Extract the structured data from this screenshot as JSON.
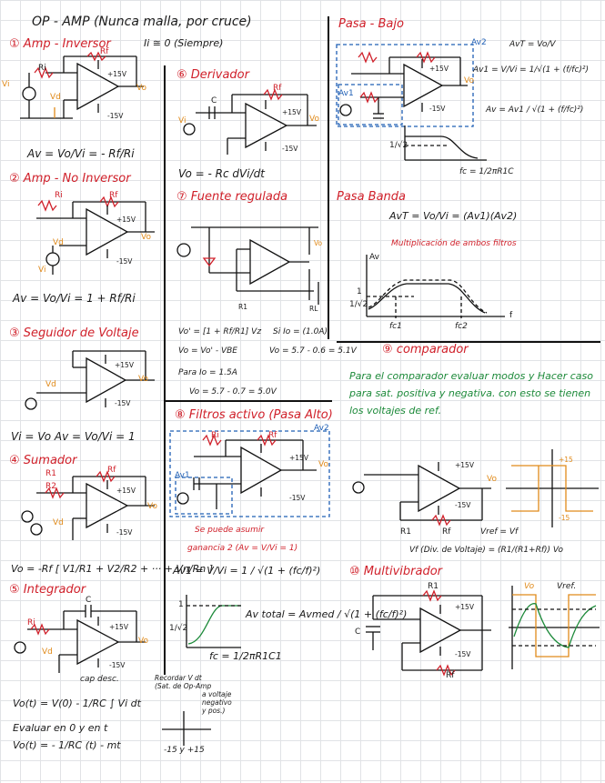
{
  "title": "OP - AMP  (Nunca malla, por cruce)",
  "ii_note": "Ii ≅ 0 (Siempre)",
  "sections": {
    "s1": {
      "num": "①",
      "title": "Amp - Inversor",
      "formula": "Av = Vo/Vi = - Rf/Ri"
    },
    "s2": {
      "num": "②",
      "title": "Amp - No Inversor",
      "formula": "Av = Vo/Vi = 1 + Rf/Ri"
    },
    "s3": {
      "num": "③",
      "title": "Seguidor de Voltaje",
      "formula": "Vi = Vo     Av = Vo/Vi = 1"
    },
    "s4": {
      "num": "④",
      "title": "Sumador",
      "formula": "Vo = -Rf [ V1/R1 + V2/R2 + ··· + Vn/Rn ]"
    },
    "s5": {
      "num": "⑤",
      "title": "Integrador",
      "cap_note": "cap desc.",
      "formula1": "Vo(t) = V(0) - 1/RC ∫ Vi dt",
      "formula2": "Evaluar en 0 y en t",
      "formula3": "Vo(t) = - 1/RC (t) - mt"
    },
    "s6": {
      "num": "⑥",
      "title": "Derivador",
      "formula": "Vo = - Rc dVi/dt"
    },
    "s7": {
      "num": "⑦",
      "title": "Fuente regulada",
      "formula1": "Vo' = [1 + Rf/R1] Vz",
      "formula2": "Vo = Vo' - VBE",
      "formula3": "Para  Io = 1.5A",
      "formula4": "Vo = 5.7 - 0.7 = 5.0V",
      "note1": "Si  Io = (1.0A)",
      "note2": "Vo = 5.7 - 0.6 = 5.1V"
    },
    "s8": {
      "num": "⑧",
      "title": "Filtros activo (Pasa Alto)",
      "assume": "Se puede asumir",
      "gain_note": "ganancia 2  (Av = V/Vi = 1)",
      "av1": "Av1 = V/Vi = 1 / √(1 + (fc/f)²)",
      "avtotal": "Av total = Avmed / √(1 + (fc/f)²)",
      "fc": "fc = 1/2πR1C1",
      "axis_1": "1",
      "axis_root": "1/√2"
    },
    "recall": {
      "line1": "Recordar V dt",
      "line2": "(Sat. de Op-Amp",
      "line3": "a voltaje",
      "line4": "negativo",
      "line5": "y pos.)",
      "range": "-15 y +15"
    },
    "lowpass": {
      "title": "Pasa - Bajo",
      "avt": "AvT = Vo/V",
      "av1": "Av1 = V/Vi = 1/√(1 + (f/fc)²)",
      "av": "Av = Av1 / √(1 + (f/fc)²)",
      "fc": "fc = 1/2πR1C",
      "axis_root": "1/√2"
    },
    "bandpass": {
      "title": "Pasa Banda",
      "formula": "AvT = Vo/Vi = (Av1)(Av2)",
      "note": "Multiplicación de ambos filtros",
      "fc1": "fc1",
      "fc2": "fc2",
      "axis_av": "Av",
      "axis_f": "f",
      "axis_1": "1",
      "axis_root": "1/√2"
    },
    "s9": {
      "num": "⑨",
      "title": "comparador",
      "text": "Para el comparador evaluar modos y Hacer caso para sat. positiva y negativa. con esto se tienen los voltajes de ref.",
      "vref": "Vref = Vf",
      "vdiv": "Vf (Div. de Voltaje) = (R1/(R1+Rf)) Vo",
      "p15": "+15",
      "m15": "-15"
    },
    "s10": {
      "num": "⑩",
      "title": "Multivibrador",
      "vref": "Vref.",
      "vo": "Vo"
    }
  },
  "labels": {
    "rf": "Rf",
    "ri": "Ri",
    "r1": "R1",
    "r2": "R2",
    "rl": "RL",
    "c": "C",
    "vi": "Vi",
    "vo": "Vo",
    "vp": "+15V",
    "vn": "-15V",
    "vd": "Vd",
    "av2": "Av2",
    "av1": "Av1",
    "cap": "C"
  },
  "colors": {
    "red": "#d0202a",
    "blue": "#1f5fb5",
    "green": "#1d8a3a",
    "orange": "#e08a1a",
    "ink": "#1a1a1a"
  }
}
